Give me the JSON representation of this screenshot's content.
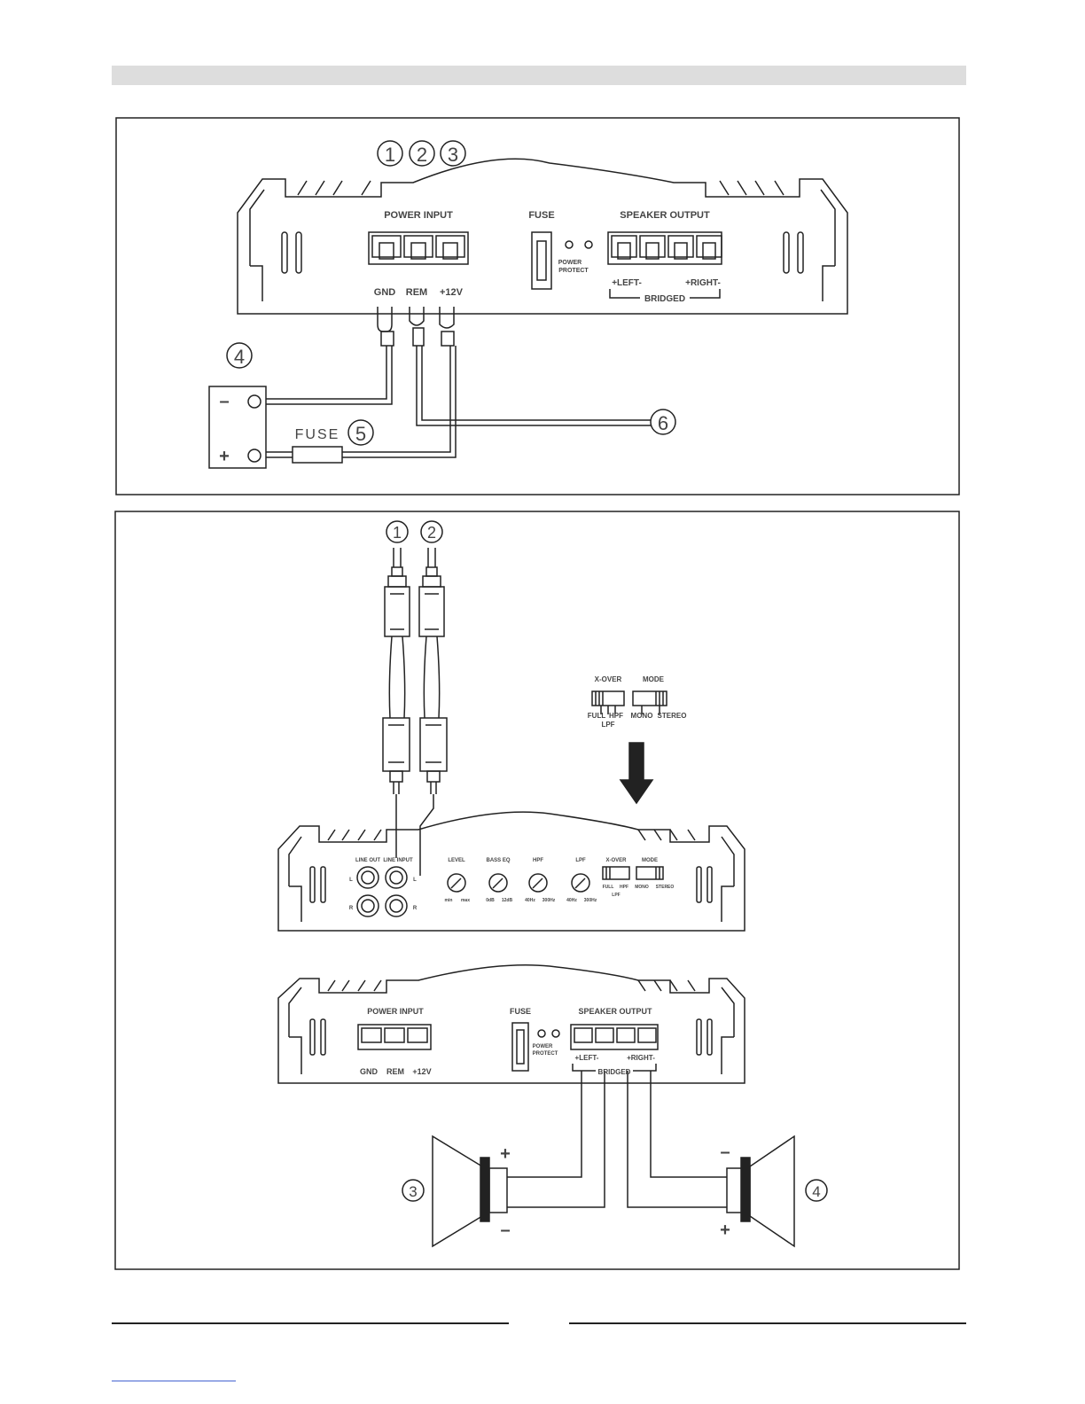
{
  "colors": {
    "ink": "#222222",
    "header_bar": "#dddddd",
    "footer_link": "#3355cc"
  },
  "top_panel": {
    "callouts": {
      "c1": "1",
      "c2": "2",
      "c3": "3",
      "c4": "4",
      "c5": "5",
      "c6": "6"
    },
    "power_input": "POWER INPUT",
    "fuse": "FUSE",
    "speaker_output": "SPEAKER OUTPUT",
    "power": "POWER",
    "protect": "PROTECT",
    "left": "+LEFT-",
    "right": "+RIGHT-",
    "bridged": "BRIDGED",
    "gnd": "GND",
    "rem": "REM",
    "v12": "+12V",
    "battery_minus": "–",
    "battery_plus": "+",
    "inline_fuse": "FUSE"
  },
  "bottom_panel": {
    "callouts": {
      "c1": "1",
      "c2": "2",
      "c3": "3",
      "c4": "4"
    },
    "switch_legend": {
      "xover": "X-OVER",
      "mode": "MODE",
      "full": "FULL",
      "hpf": "HPF",
      "lpf": "LPF",
      "mono": "MONO",
      "stereo": "STEREO"
    },
    "front_panel": {
      "lineout": "LINE OUT",
      "lineinput": "LINE INPUT",
      "l": "L",
      "r": "R",
      "level": "LEVEL",
      "bassex": "BASS EQ",
      "hpf": "HPF",
      "lpf": "LPF",
      "xover": "X-OVER",
      "mode": "MODE",
      "min": "min",
      "max": "max",
      "db0": "0dB",
      "db12": "12dB",
      "hz40a": "40Hz",
      "hz300a": "300Hz",
      "hz40b": "40Hz",
      "hz300b": "300Hz",
      "full": "FULL",
      "hpfsw": "HPF",
      "lpfsw": "LPF",
      "mono": "MONO",
      "stereo": "STEREO"
    },
    "rear_panel": {
      "power_input": "POWER INPUT",
      "fuse": "FUSE",
      "speaker_output": "SPEAKER OUTPUT",
      "power": "POWER",
      "protect": "PROTECT",
      "left": "+LEFT-",
      "right": "+RIGHT-",
      "bridged": "BRIDGED",
      "gnd": "GND",
      "rem": "REM",
      "v12": "+12V"
    },
    "speakers": {
      "s3_plus": "+",
      "s3_minus": "–",
      "s4_minus": "–",
      "s4_plus": "+"
    }
  }
}
